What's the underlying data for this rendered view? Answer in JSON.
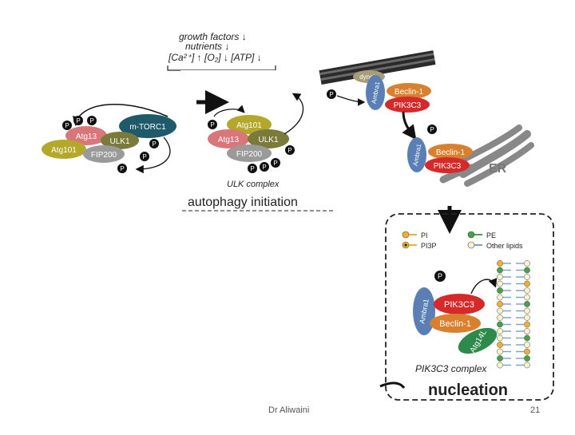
{
  "diagram": {
    "inputs": {
      "line1": "growth factors ↓",
      "line2": "nutrients ↓",
      "line3": "[Ca²⁺] ↑ [O₂] ↓ [ATP] ↓"
    },
    "left_cluster": {
      "mtorc1": "m-TORC1",
      "atg13": "Atg13",
      "ulk1": "ULK1",
      "atg101": "Atg101",
      "fip200": "FIP200",
      "p": "P"
    },
    "middle_cluster": {
      "atg101": "Atg101",
      "atg13": "Atg13",
      "ulk1": "ULK1",
      "fip200": "FIP200",
      "p": "P",
      "caption": "ULK complex",
      "stage_label": "autophagy initiation"
    },
    "top_right": {
      "dynein": "dynein",
      "ambra1": "Ambra1",
      "beclin1": "Beclin-1",
      "pik3c3": "PIK3C3",
      "p": "P"
    },
    "er_cluster": {
      "ambra1": "Ambra1",
      "beclin1": "Beclin-1",
      "pik3c3": "PIK3C3",
      "er_label": "ER",
      "p": "P"
    },
    "legend": {
      "pi": "PI",
      "pi3p": "PI3P",
      "pe": "PE",
      "other": "Other lipids"
    },
    "nucleation": {
      "ambra1": "Ambra1",
      "pik3c3": "PIK3C3",
      "beclin1": "Beclin-1",
      "atg14l": "Atg14L",
      "p": "P",
      "caption": "PIK3C3 complex",
      "stage_label": "nucleation"
    },
    "colors": {
      "mtorc1": "#1f5a6b",
      "atg13": "#d9767a",
      "ulk1": "#7a7a3a",
      "atg101": "#b3a82a",
      "fip200": "#9a9a9a",
      "ambra1": "#5a7fb5",
      "beclin1": "#d9802e",
      "pik3c3": "#d62a2a",
      "atg14l": "#2e8a4a",
      "dynein": "#a89c7a"
    }
  },
  "footer": {
    "author": "Dr Aliwaini",
    "page_number": "21"
  }
}
